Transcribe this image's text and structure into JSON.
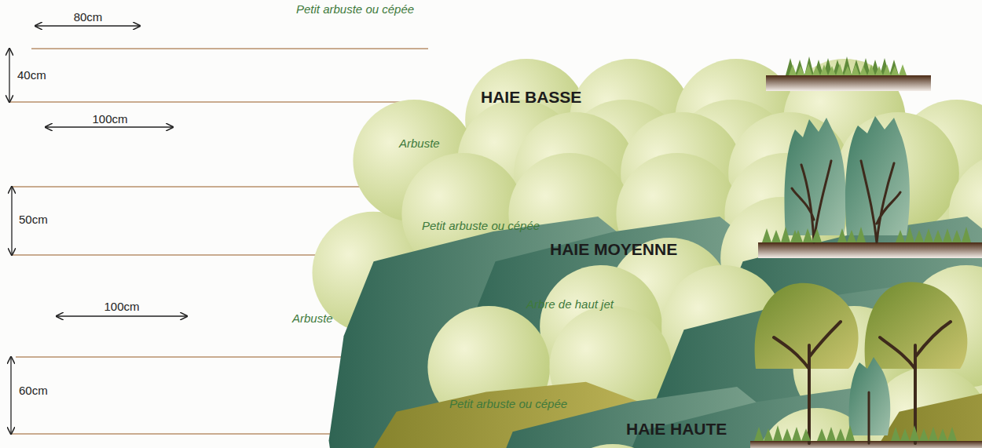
{
  "diagram": {
    "labels": [
      "80cm",
      "Petit arbuste ou cépée",
      "40cm",
      "HAIE BASSE",
      "100cm",
      "Arbuste",
      "50cm",
      "Petit arbuste ou cépée",
      "HAIE MOYENNE",
      "100cm",
      "Arbuste",
      "Arbre de haut jet",
      "60cm",
      "Petit arbuste ou cépée",
      "HAIE HAUTE"
    ]
  }
}
